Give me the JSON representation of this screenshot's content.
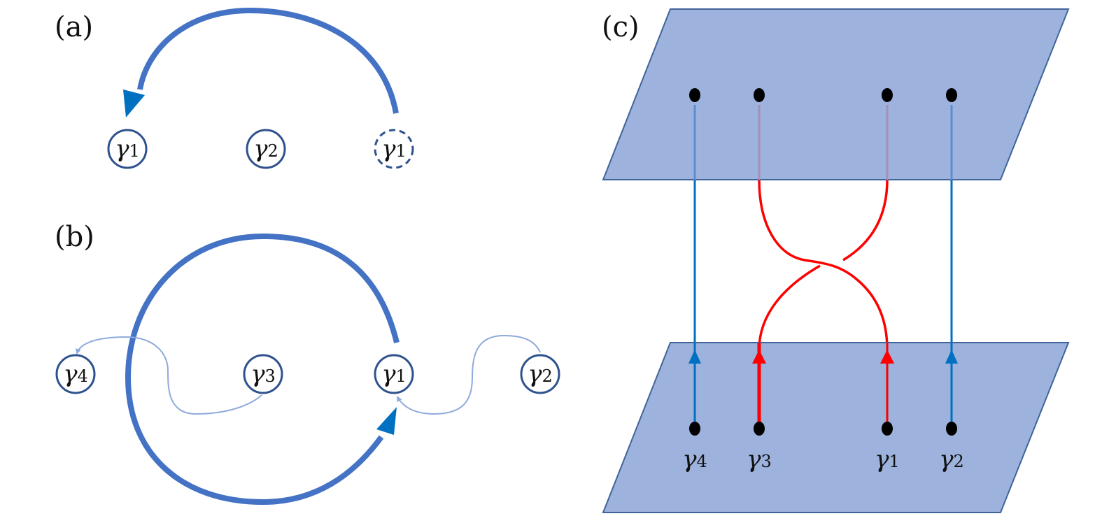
{
  "figure": {
    "panels": [
      {
        "id": "a",
        "label": "(a)",
        "nodes": [
          {
            "symbol": "γ",
            "index": "1",
            "style": "solid"
          },
          {
            "symbol": "γ",
            "index": "2",
            "style": "solid"
          },
          {
            "symbol": "γ",
            "index": "1",
            "style": "dashed"
          }
        ],
        "arrows": [
          {
            "from": "γ1 (dashed, right)",
            "to": "γ1 (left)",
            "kind": "thick arc over γ2"
          }
        ]
      },
      {
        "id": "b",
        "label": "(b)",
        "nodes": [
          {
            "symbol": "γ",
            "index": "4"
          },
          {
            "symbol": "γ",
            "index": "3"
          },
          {
            "symbol": "γ",
            "index": "1"
          },
          {
            "symbol": "γ",
            "index": "2"
          }
        ],
        "arrows": [
          {
            "from": "γ1",
            "to": "γ1",
            "kind": "thick full loop around γ3"
          },
          {
            "from": "γ3",
            "to": "γ4",
            "kind": "thin curved arrow"
          },
          {
            "from": "γ2",
            "to": "γ1",
            "kind": "thin curved arrow"
          }
        ]
      },
      {
        "id": "c",
        "label": "(c)",
        "bottom_labels": [
          {
            "symbol": "γ",
            "index": "4"
          },
          {
            "symbol": "γ",
            "index": "3"
          },
          {
            "symbol": "γ",
            "index": "1"
          },
          {
            "symbol": "γ",
            "index": "2"
          }
        ],
        "strands": [
          {
            "particle": "γ4",
            "color": "blue",
            "type": "straight"
          },
          {
            "particle": "γ3",
            "color": "red",
            "type": "braided"
          },
          {
            "particle": "γ1",
            "color": "red",
            "type": "braided"
          },
          {
            "particle": "γ2",
            "color": "blue",
            "type": "straight"
          }
        ]
      }
    ],
    "colors": {
      "arc_blue": "#4472c4",
      "arrowhead_blue": "#0070c0",
      "thin_arrow": "#8faadc",
      "node_stroke": "#2f528f",
      "plane_fill": "#9db2dc",
      "plane_stroke": "#41649a",
      "strand_blue": "#0070c0",
      "strand_red": "#ff0000",
      "dot": "#000000"
    }
  }
}
